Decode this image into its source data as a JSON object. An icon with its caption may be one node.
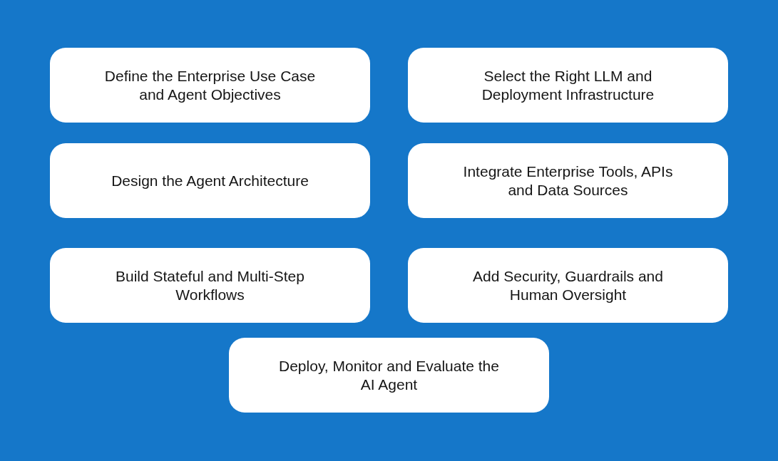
{
  "diagram": {
    "nodes": [
      {
        "text": [
          "Define the Enterprise Use Case and Agent Objectives"
        ]
      },
      {
        "text": [
          "Select the Right LLM and Deployment Infrastructure"
        ]
      },
      {
        "text": [
          "Design the Agent Architecture"
        ]
      },
      {
        "text": [
          "Integrate Enterprise Tools, APIs and Data Sources"
        ]
      },
      {
        "text": [
          "Build Stateful and Multi-Step Workflows"
        ]
      },
      {
        "text": [
          "Add Security, Guardrails and Human Oversight"
        ]
      },
      {
        "text": [
          "Deploy, Monitor and Evaluate the AI Agent"
        ]
      }
    ]
  }
}
